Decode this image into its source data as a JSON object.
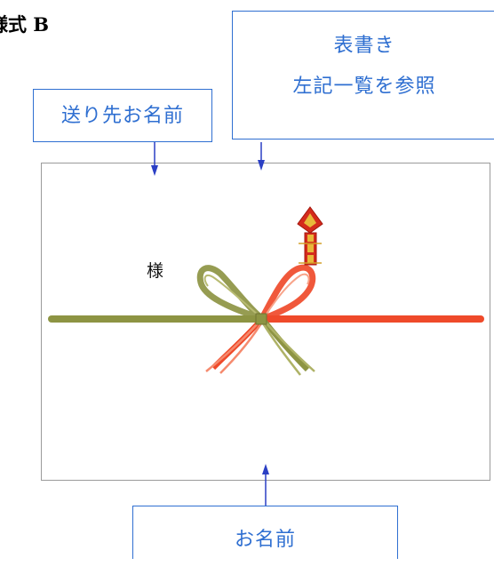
{
  "document": {
    "title": "様式 B"
  },
  "callouts": {
    "recipient_name": "送り先お名前",
    "front_inscription": {
      "line1": "表書き",
      "line2": "左記一覧を参照"
    },
    "sender_name": "お名前"
  },
  "noshi_card": {
    "honorific": "様"
  },
  "colors": {
    "callout_blue": "#2f6fd1",
    "arrow_blue": "#2b3fc4",
    "mizuhiki_olive": "#8d9443",
    "mizuhiki_red": "#ef4a2a",
    "noshi_red": "#d42a1c",
    "noshi_gold": "#e8b83a"
  }
}
